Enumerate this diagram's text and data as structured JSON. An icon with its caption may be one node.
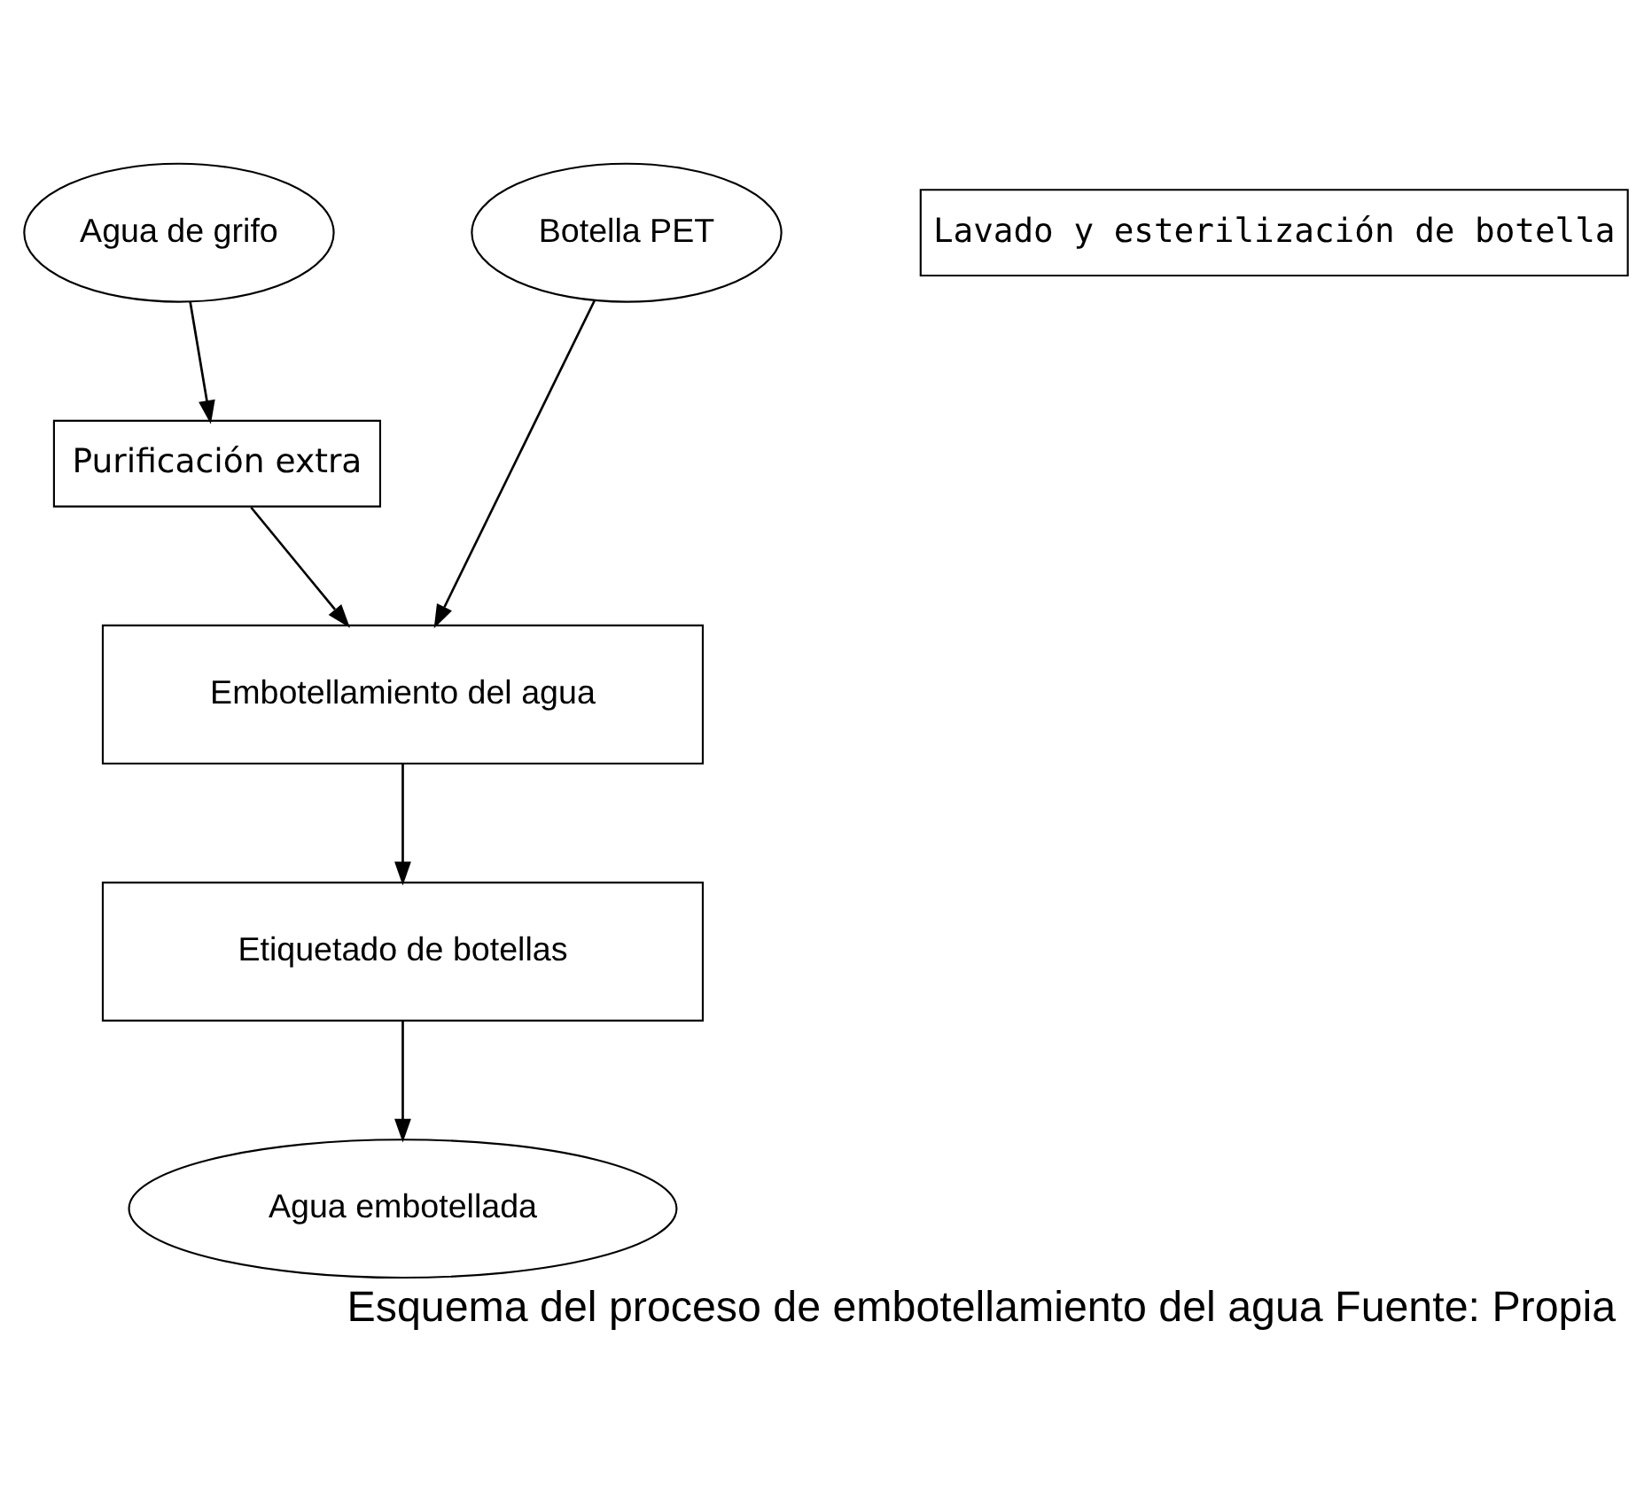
{
  "diagram": {
    "caption": "Esquema del proceso de embotellamiento del agua Fuente: Propia",
    "nodes": [
      {
        "text": [
          "Agua de grifo"
        ]
      },
      {
        "text": [
          "Botella PET"
        ]
      },
      {
        "text": [
          "Purificación extra"
        ]
      },
      {
        "text": [
          "Embotellamiento del agua"
        ]
      },
      {
        "text": [
          "Etiquetado de botellas"
        ]
      },
      {
        "text": [
          "Agua embotellada"
        ]
      },
      {
        "text": [
          "Lavado y esterilización de botella"
        ]
      }
    ],
    "edges": [
      {
        "from": 0,
        "to": 2,
        "arrow": "to"
      },
      {
        "from": 2,
        "to": 3,
        "arrow": "to"
      },
      {
        "from": 1,
        "to": 3,
        "arrow": "to"
      },
      {
        "from": 3,
        "to": 4,
        "arrow": "to"
      },
      {
        "from": 4,
        "to": 5,
        "arrow": "to"
      }
    ]
  }
}
